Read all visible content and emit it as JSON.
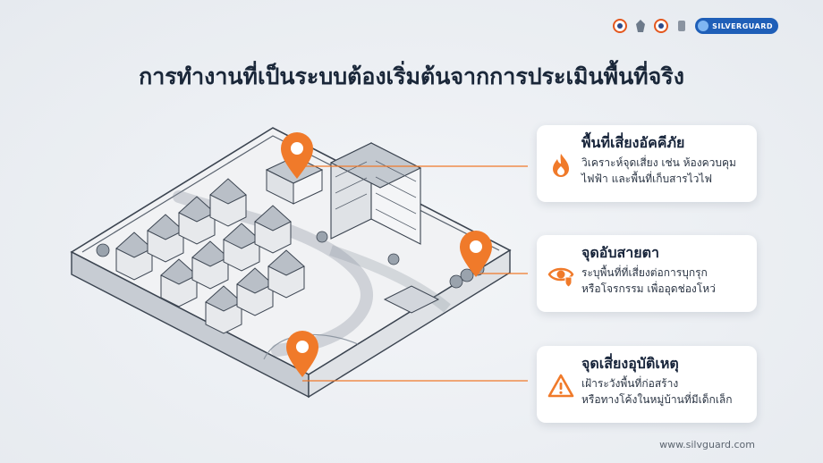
{
  "header": {
    "title": "การทำงานที่เป็นระบบต้องเริ่มต้นจากการประเมินพื้นที่จริง",
    "brand": "SILVERGUARD"
  },
  "cards": [
    {
      "icon": "fire-icon",
      "title": "พื้นที่เสี่ยงอัคคีภัย",
      "line1": "วิเคราะห์จุดเสี่ยง เช่น ห้องควบคุม",
      "line2": "ไฟฟ้า และพื้นที่เก็บสารไวไฟ"
    },
    {
      "icon": "eye-shield-icon",
      "title": "จุดอับสายตา",
      "line1": "ระบุพื้นที่ที่เสี่ยงต่อการบุกรุก",
      "line2": "หรือโจรกรรม เพื่ออุดช่องโหว่"
    },
    {
      "icon": "warning-icon",
      "title": "จุดเสี่ยงอุบัติเหตุ",
      "line1": "เฝ้าระวังพื้นที่ก่อสร้าง",
      "line2": "หรือทางโค้งในหมู่บ้านที่มีเด็กเล็ก"
    }
  ],
  "footer": {
    "url": "www.silvguard.com"
  },
  "colors": {
    "accent": "#f07a2a",
    "title": "#1a2739",
    "brand": "#1f5fb8"
  }
}
